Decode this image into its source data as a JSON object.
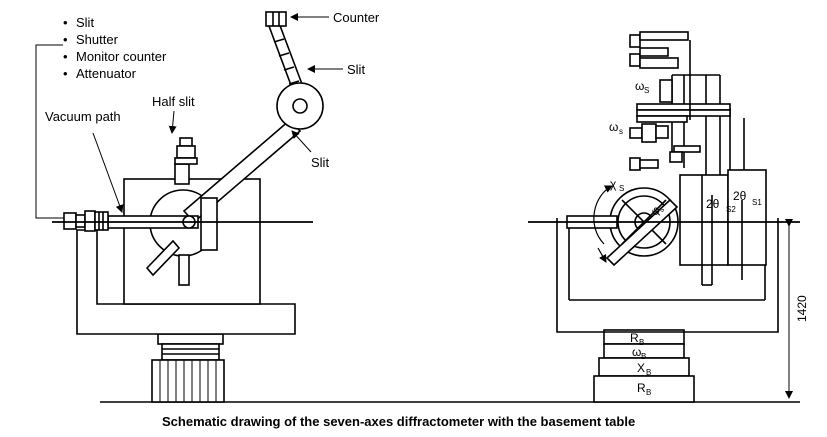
{
  "bullet_list": [
    "Slit",
    "Shutter",
    "Monitor counter",
    "Attenuator"
  ],
  "labels": {
    "counter": "Counter",
    "slit_upper": "Slit",
    "slit_lower": "Slit",
    "half_slit": "Half slit",
    "vacuum_path": "Vacuum path",
    "height": "1420"
  },
  "axes": {
    "omega_s_upper": {
      "base": "ω",
      "sub": "S"
    },
    "omega_s_lower": {
      "base": "ω",
      "sub": "s"
    },
    "chi_s": {
      "base": "χ",
      "sub": "S"
    },
    "phi_s": {
      "base": "φ",
      "sub": "s"
    },
    "two_theta_s2": {
      "base": "2θ",
      "sub": "S2"
    },
    "two_theta_s1": {
      "base": "2θ",
      "sub": "S1"
    },
    "r_b_top": {
      "base": "R",
      "sub": "B"
    },
    "omega_b": {
      "base": "ω",
      "sub": "B"
    },
    "x_b": {
      "base": "X",
      "sub": "B"
    },
    "r_b_bottom": {
      "base": "R",
      "sub": "B"
    }
  },
  "caption": "Schematic drawing of the seven-axes diffractometer with the basement table"
}
